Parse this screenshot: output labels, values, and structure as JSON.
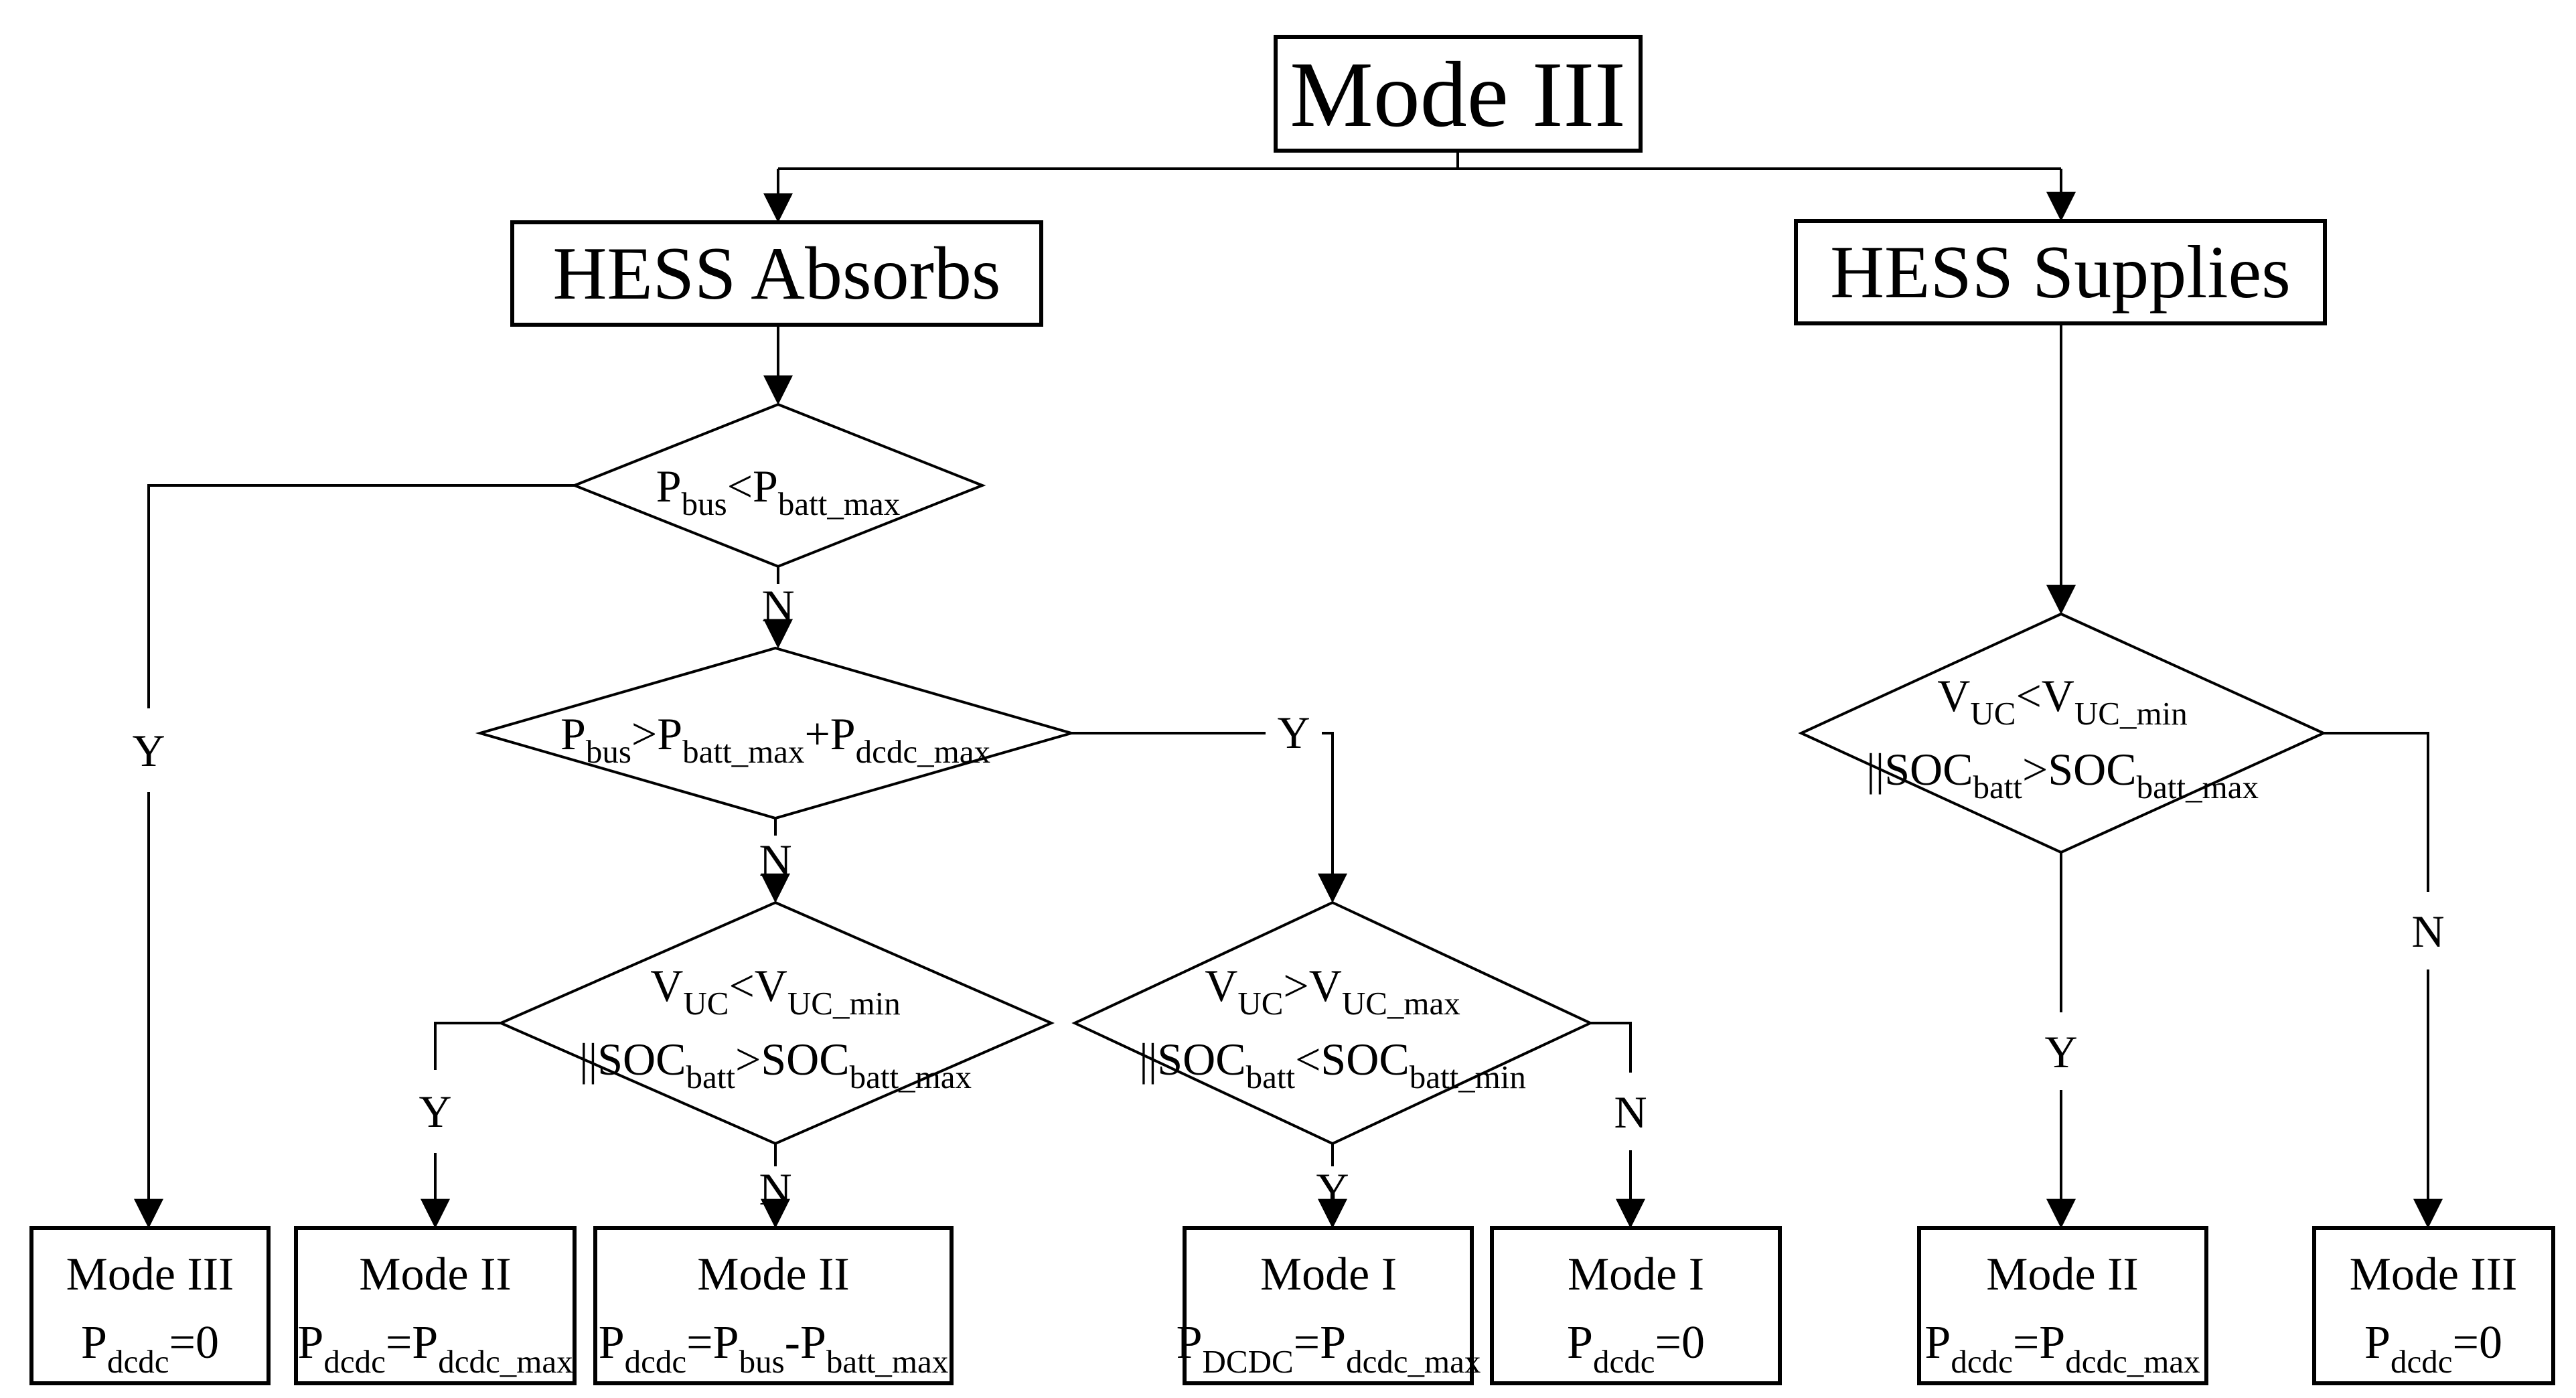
{
  "title": "Mode III",
  "labels": {
    "yes": "Y",
    "no": "N"
  },
  "branches": {
    "left": "HESS Absorbs",
    "right": "HESS Supplies"
  },
  "decisions": {
    "d1": [
      "P",
      "bus",
      "<P",
      "batt_max"
    ],
    "d2": [
      "P",
      "bus",
      ">P",
      "batt_max",
      "+P",
      "dcdc_max"
    ],
    "d3_line1": [
      "V",
      "UC",
      "<V",
      "UC_min"
    ],
    "d3_line2": [
      "||SOC",
      "batt",
      ">SOC",
      "batt_max"
    ],
    "d4_line1": [
      "V",
      "UC",
      ">V",
      "UC_max"
    ],
    "d4_line2": [
      "||SOC",
      "batt",
      "<SOC",
      "batt_min"
    ],
    "d5_line1": [
      "V",
      "UC",
      "<V",
      "UC_min"
    ],
    "d5_line2": [
      "||SOC",
      "batt",
      ">SOC",
      "batt_max"
    ]
  },
  "outcomes": [
    {
      "title": "Mode III",
      "formula": [
        "P",
        "dcdc",
        "=0"
      ]
    },
    {
      "title": "Mode II",
      "formula": [
        "P",
        "dcdc",
        "=P",
        "dcdc_max"
      ]
    },
    {
      "title": "Mode II",
      "formula": [
        "P",
        "dcdc",
        "=P",
        "bus",
        "-P",
        "batt_max"
      ]
    },
    {
      "title": "Mode I",
      "formula": [
        "P",
        "DCDC",
        "=P",
        "dcdc_max"
      ]
    },
    {
      "title": "Mode I",
      "formula": [
        "P",
        "dcdc",
        "=0"
      ]
    },
    {
      "title": "Mode II",
      "formula": [
        "P",
        "dcdc",
        "=P",
        "dcdc_max"
      ]
    },
    {
      "title": "Mode III",
      "formula": [
        "P",
        "dcdc",
        "=0"
      ]
    }
  ],
  "colors": {
    "stroke": "#000000",
    "background": "#ffffff"
  }
}
